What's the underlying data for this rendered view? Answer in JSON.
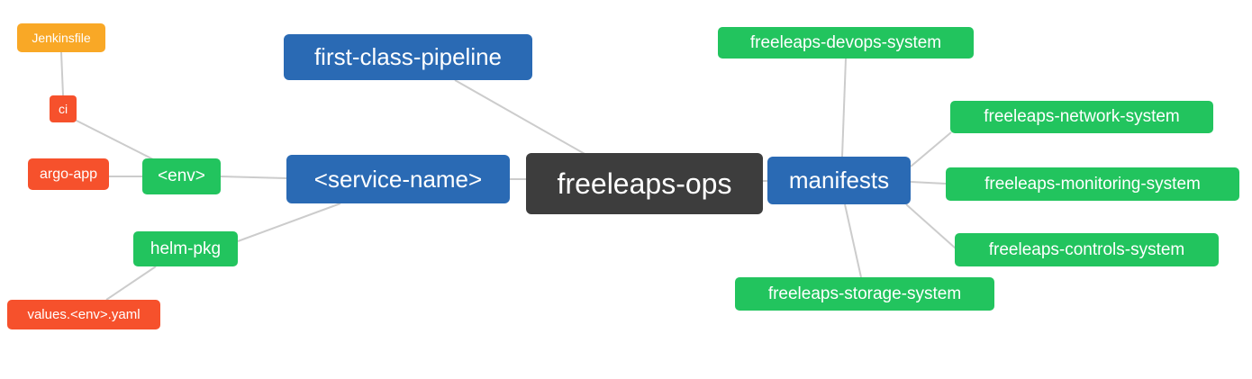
{
  "diagram": {
    "type": "mindmap",
    "colors": {
      "root_node": "#3d3d3d",
      "branch_node": "#2a6ab4",
      "leaf_green": "#22c45e",
      "leaf_red": "#f6512c",
      "leaf_orange": "#f9a826",
      "edge": "#cccccc",
      "text": "#ffffff",
      "background": "#ffffff"
    },
    "nodes": [
      {
        "id": "freeleaps-ops",
        "label": "freeleaps-ops",
        "role": "root"
      },
      {
        "id": "first-class-pipeline",
        "label": "first-class-pipeline",
        "role": "branch"
      },
      {
        "id": "service-name",
        "label": "<service-name>",
        "role": "branch"
      },
      {
        "id": "manifests",
        "label": "manifests",
        "role": "branch"
      },
      {
        "id": "env",
        "label": "<env>",
        "role": "leaf-green"
      },
      {
        "id": "helm-pkg",
        "label": "helm-pkg",
        "role": "leaf-green"
      },
      {
        "id": "ci",
        "label": "ci",
        "role": "leaf-red"
      },
      {
        "id": "argo-app",
        "label": "argo-app",
        "role": "leaf-red"
      },
      {
        "id": "jenkinsfile",
        "label": "Jenkinsfile",
        "role": "leaf-orange"
      },
      {
        "id": "values-env-yaml",
        "label": "values.<env>.yaml",
        "role": "leaf-red"
      },
      {
        "id": "freeleaps-devops-system",
        "label": "freeleaps-devops-system",
        "role": "leaf-green"
      },
      {
        "id": "freeleaps-network-system",
        "label": "freeleaps-network-system",
        "role": "leaf-green"
      },
      {
        "id": "freeleaps-monitoring-system",
        "label": "freeleaps-monitoring-system",
        "role": "leaf-green"
      },
      {
        "id": "freeleaps-controls-system",
        "label": "freeleaps-controls-system",
        "role": "leaf-green"
      },
      {
        "id": "freeleaps-storage-system",
        "label": "freeleaps-storage-system",
        "role": "leaf-green"
      }
    ],
    "edges": [
      [
        "freeleaps-ops",
        "first-class-pipeline"
      ],
      [
        "freeleaps-ops",
        "service-name"
      ],
      [
        "freeleaps-ops",
        "manifests"
      ],
      [
        "service-name",
        "env"
      ],
      [
        "service-name",
        "helm-pkg"
      ],
      [
        "env",
        "ci"
      ],
      [
        "env",
        "argo-app"
      ],
      [
        "ci",
        "jenkinsfile"
      ],
      [
        "helm-pkg",
        "values-env-yaml"
      ],
      [
        "manifests",
        "freeleaps-devops-system"
      ],
      [
        "manifests",
        "freeleaps-network-system"
      ],
      [
        "manifests",
        "freeleaps-monitoring-system"
      ],
      [
        "manifests",
        "freeleaps-controls-system"
      ],
      [
        "manifests",
        "freeleaps-storage-system"
      ]
    ]
  }
}
